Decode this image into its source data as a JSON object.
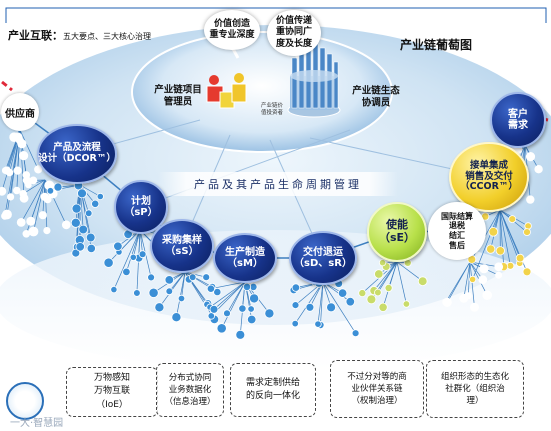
{
  "header": {
    "prefix": "产业互联：",
    "subtitle": "五大要点、三大核心治理"
  },
  "diagram_title": "产业链葡萄图",
  "callouts": [
    "价值创造\n重专业深度",
    "价值传递\n重协同广\n度及长度"
  ],
  "managers": {
    "project_manager": "产业链项目\n管理员",
    "ecosystem_coordinator": "产业链生态\n协调员",
    "tower_caption": "产业链价\n值投资者"
  },
  "lifecycle_band": "产品及其产品生命周期管理",
  "nodes": {
    "supplier": "供应商",
    "customer": "客户\n需求",
    "product_design": "产品及流程\n设计（DCOR™）",
    "plan": "计划\n（sP）",
    "procure": "采购集样\n（sS）",
    "make": "生产制造\n（sM）",
    "deliver": "交付退运\n（sD、sR）",
    "enable": "使能\n（sE）",
    "order_delivery": "接单集成\n销售及交付\n（CCOR™）",
    "international": "国际结算\n退税\n结汇\n售后"
  },
  "bottom_boxes": [
    "万物感知\n万物互联\n（IoE）",
    "分布式协同\n业务数据化\n（信息治理）",
    "需求定制供给\n的反向一体化",
    "不过分对等的商\n业伙伴关系链\n（权制治理）",
    "组织形态的生态化\n社群化（组织治\n理）"
  ],
  "watermark": "一大·智慧园",
  "colors": {
    "frame": "#1f5fb0",
    "grape_line": "#3d7fc0",
    "grape_dot": "#3b8fd6",
    "navy_node": "#17338a",
    "green_node": "#b8e04a",
    "gold_node": "#f2cf2a",
    "red_stem": "#e0293a"
  }
}
